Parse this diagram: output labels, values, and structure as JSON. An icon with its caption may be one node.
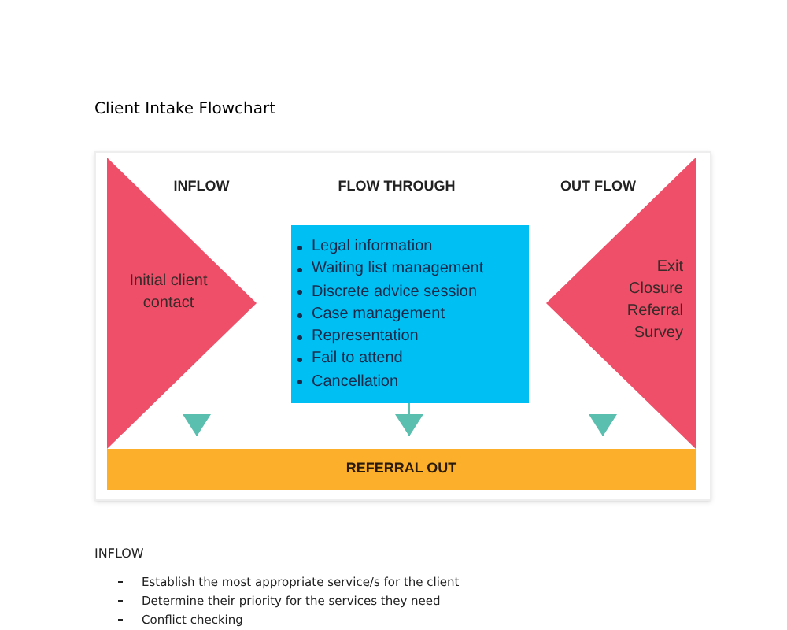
{
  "diagram": {
    "title": "Client Intake Flowchart",
    "nodes": [
      {
        "text": [
          "Initial client contact"
        ]
      },
      {
        "text": [
          "Legal information",
          "Waiting list management",
          "Discrete advice session",
          "Case management",
          "Representation",
          "Fail to attend",
          "Cancellation"
        ]
      },
      {
        "text": [
          "Exit",
          "Closure",
          "Referral",
          "Survey"
        ]
      },
      {
        "text": [
          "REFERRAL OUT"
        ]
      }
    ],
    "edges": [
      {
        "from": null,
        "to": 3,
        "arrow": "to"
      },
      {
        "from": 1,
        "to": 3,
        "arrow": "to"
      },
      {
        "from": null,
        "to": 3,
        "arrow": "to"
      }
    ],
    "labels": [
      "INFLOW",
      "FLOW THROUGH",
      "OUT FLOW",
      "INFLOW",
      "Establish the most appropriate service/s for the client",
      "Determine their priority for the services they need",
      "Conflict checking"
    ]
  }
}
